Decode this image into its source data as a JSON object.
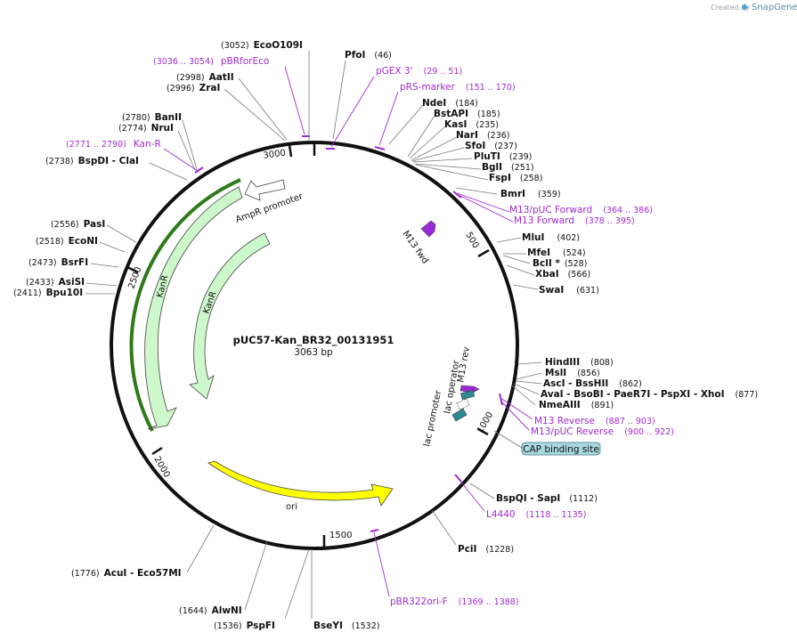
{
  "header": {
    "credit": "Created by",
    "brand": "SnapGene"
  },
  "plasmid": {
    "name": "pUC57-Kan_BR32_00131951",
    "length": "3063 bp"
  },
  "ticks": [
    "500",
    "1000",
    "1500",
    "2000",
    "2500",
    "3000"
  ],
  "sites": [
    {
      "pos": "(3052)",
      "name": "EcoO109I"
    },
    {
      "pos": "(46)",
      "name": "PfoI"
    },
    {
      "pos": "(2998)",
      "name": "AatII"
    },
    {
      "pos": "(2996)",
      "name": "ZraI"
    },
    {
      "pos": "(184)",
      "name": "NdeI"
    },
    {
      "pos": "(185)",
      "name": "BstAPI"
    },
    {
      "pos": "(235)",
      "name": "KasI"
    },
    {
      "pos": "(236)",
      "name": "NarI"
    },
    {
      "pos": "(237)",
      "name": "SfoI"
    },
    {
      "pos": "(239)",
      "name": "PluTI"
    },
    {
      "pos": "(251)",
      "name": "BglI"
    },
    {
      "pos": "(258)",
      "name": "FspI"
    },
    {
      "pos": "(359)",
      "name": "BmrI"
    },
    {
      "pos": "(2780)",
      "name": "BanII"
    },
    {
      "pos": "(2774)",
      "name": "NruI"
    },
    {
      "pos": "(2738)",
      "name": "BspDI - ClaI"
    },
    {
      "pos": "(402)",
      "name": "MluI"
    },
    {
      "pos": "(524)",
      "name": "MfeI"
    },
    {
      "pos": "(528)",
      "name": "BclI *"
    },
    {
      "pos": "(566)",
      "name": "XbaI"
    },
    {
      "pos": "(631)",
      "name": "SwaI"
    },
    {
      "pos": "(2556)",
      "name": "PasI"
    },
    {
      "pos": "(2518)",
      "name": "EcoNI"
    },
    {
      "pos": "(2473)",
      "name": "BsrFI"
    },
    {
      "pos": "(2433)",
      "name": "AsiSI"
    },
    {
      "pos": "(2411)",
      "name": "Bpu10I"
    },
    {
      "pos": "(808)",
      "name": "HindIII"
    },
    {
      "pos": "(856)",
      "name": "MslI"
    },
    {
      "pos": "(862)",
      "name": "AscI - BssHII"
    },
    {
      "pos": "(877)",
      "name": "AvaI - BsoBI - PaeR7I - PspXI - XhoI"
    },
    {
      "pos": "(891)",
      "name": "NmeAIII"
    },
    {
      "pos": "(1112)",
      "name": "BspQI - SapI"
    },
    {
      "pos": "(1228)",
      "name": "PciI"
    },
    {
      "pos": "(1776)",
      "name": "AcuI - Eco57MI"
    },
    {
      "pos": "(1644)",
      "name": "AlwNI"
    },
    {
      "pos": "(1536)",
      "name": "PspFI"
    },
    {
      "pos": "(1532)",
      "name": "BseYI"
    }
  ],
  "primer_features": [
    {
      "name": "pBRforEco",
      "range": "(3036 .. 3054)"
    },
    {
      "name": "pGEX 3'",
      "range": "(29 .. 51)"
    },
    {
      "name": "pRS-marker",
      "range": "(151 .. 170)"
    },
    {
      "name": "Kan-R",
      "range": "(2771 .. 2790)"
    },
    {
      "name": "M13/pUC Forward",
      "range": "(364 .. 386)"
    },
    {
      "name": "M13 Forward",
      "range": "(378 .. 395)"
    },
    {
      "name": "M13 Reverse",
      "range": "(887 .. 903)"
    },
    {
      "name": "M13/pUC Reverse",
      "range": "(900 .. 922)"
    },
    {
      "name": "L4440",
      "range": "(1118 .. 1135)"
    },
    {
      "name": "pBR322ori-F",
      "range": "(1369 .. 1388)"
    }
  ],
  "map_features": {
    "ampr_promoter": "AmpR promoter",
    "kanr_outer": "KanR",
    "kanr_inner": "KanR",
    "ori": "ori",
    "m13_fwd": "M13 fwd",
    "m13_rev": "M13 rev",
    "lac_operator": "lac operator",
    "lac_promoter": "lac promoter",
    "cap_site": "CAP binding site"
  },
  "colors": {
    "primer": "#a02ad0",
    "kanr": "#ccf8cc",
    "ori": "#ffff00",
    "kanr_highlight": "#2f7a1a",
    "cap": "#a9d8e0",
    "lac": "#2e8b96"
  }
}
